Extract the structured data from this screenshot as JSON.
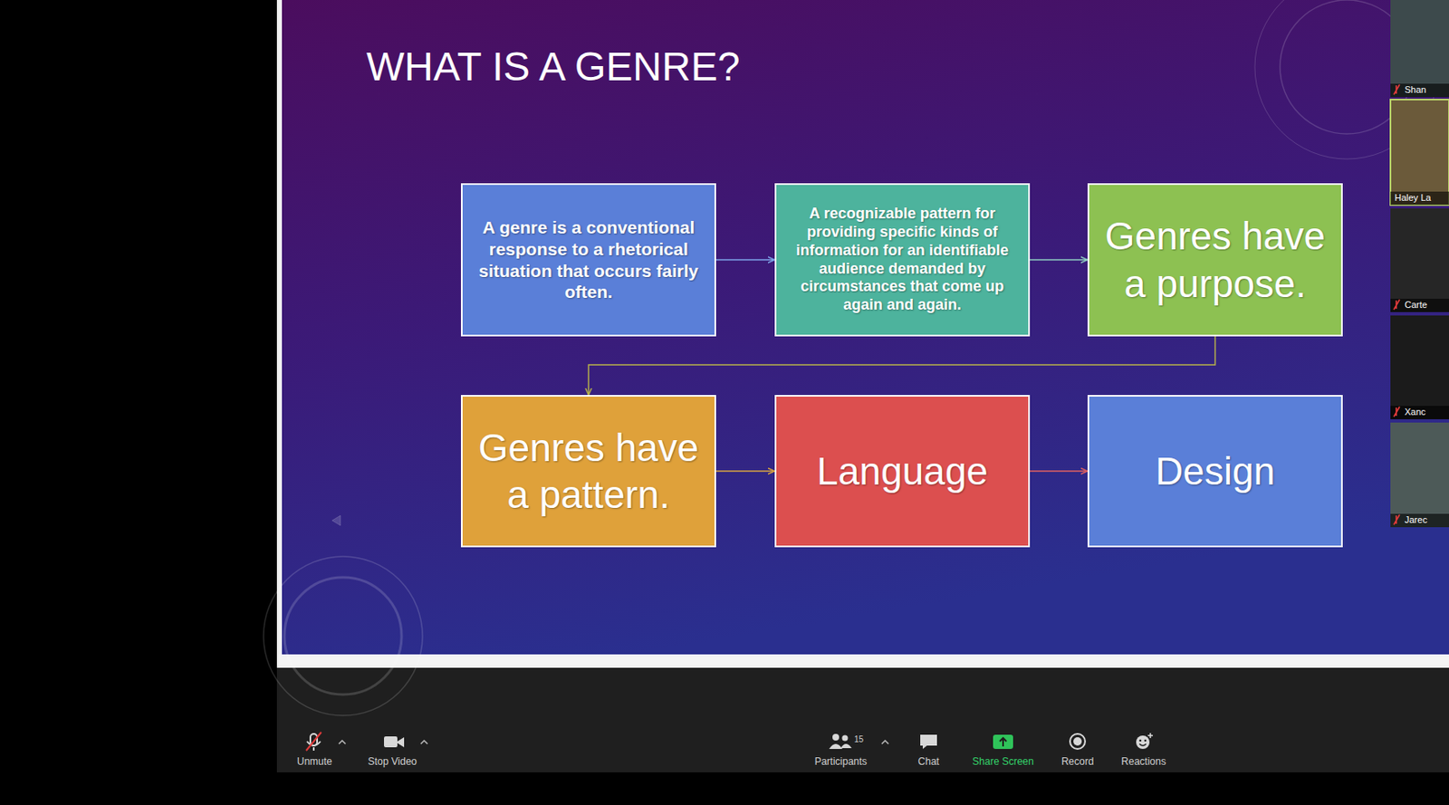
{
  "diagram": {
    "title": "WHAT IS A GENRE?",
    "nodes": [
      {
        "text": [
          "A genre is a conventional response to a rhetorical situation that occurs fairly often."
        ]
      },
      {
        "text": [
          "A recognizable pattern for providing specific kinds of information for an identifiable audience demanded by circumstances that come up again and again."
        ]
      },
      {
        "text": [
          "Genres have a purpose."
        ]
      },
      {
        "text": [
          "Genres have a pattern."
        ]
      },
      {
        "text": [
          "Language"
        ]
      },
      {
        "text": [
          "Design"
        ]
      }
    ],
    "edges": [
      {
        "from": 0,
        "to": 1,
        "arrow": "to"
      },
      {
        "from": 1,
        "to": 2,
        "arrow": "to"
      },
      {
        "from": 2,
        "to": 3,
        "arrow": "to"
      },
      {
        "from": 3,
        "to": 4,
        "arrow": "to"
      },
      {
        "from": 4,
        "to": 5,
        "arrow": "to"
      }
    ],
    "labels": [
      "Shan",
      "Haley La",
      "Carte",
      "Xanc",
      "Jarec",
      "Unmute",
      "Stop Video",
      "15",
      "Participants",
      "Chat",
      "Share Screen",
      "Record",
      "Reactions"
    ]
  }
}
